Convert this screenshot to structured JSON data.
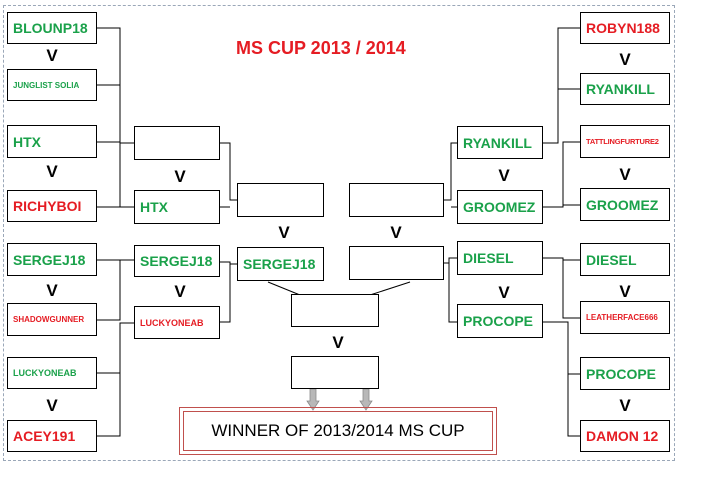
{
  "title": "MS CUP 2013 / 2014",
  "vs_label": "V",
  "winner_label": "WINNER OF 2013/2014 MS CUP",
  "colors": {
    "winner": "#1aa14a",
    "loser": "#e51c23",
    "title": "#e51c23"
  },
  "left": {
    "round1": [
      {
        "name": "BLOUNP18",
        "status": "winner"
      },
      {
        "name": "JUNGLIST SOLIA",
        "status": "winner"
      },
      {
        "name": "HTX",
        "status": "winner"
      },
      {
        "name": "RICHYBOI",
        "status": "loser"
      },
      {
        "name": "SERGEJ18",
        "status": "winner"
      },
      {
        "name": "SHADOWGUNNER",
        "status": "loser"
      },
      {
        "name": "LUCKYONEAB",
        "status": "winner"
      },
      {
        "name": "ACEY191",
        "status": "loser"
      }
    ],
    "round2": [
      {
        "name": "",
        "status": ""
      },
      {
        "name": "HTX",
        "status": "winner"
      },
      {
        "name": "SERGEJ18",
        "status": "winner"
      },
      {
        "name": "LUCKYONEAB",
        "status": "loser"
      }
    ],
    "semi": [
      {
        "name": "",
        "status": ""
      },
      {
        "name": "SERGEJ18",
        "status": "winner"
      }
    ]
  },
  "right": {
    "round1": [
      {
        "name": "ROBYN188",
        "status": "loser"
      },
      {
        "name": "RYANKILL",
        "status": "winner"
      },
      {
        "name": "TATTLINGFURTURE2",
        "status": "loser"
      },
      {
        "name": "GROOMEZ",
        "status": "winner"
      },
      {
        "name": "DIESEL",
        "status": "winner"
      },
      {
        "name": "LEATHERFACE666",
        "status": "loser"
      },
      {
        "name": "PROCOPE",
        "status": "winner"
      },
      {
        "name": "DAMON 12",
        "status": "loser"
      }
    ],
    "round2": [
      {
        "name": "RYANKILL",
        "status": "winner"
      },
      {
        "name": "GROOMEZ",
        "status": "winner"
      },
      {
        "name": "DIESEL",
        "status": "winner"
      },
      {
        "name": "PROCOPE",
        "status": "winner"
      }
    ],
    "semi": [
      {
        "name": "",
        "status": ""
      },
      {
        "name": "",
        "status": ""
      }
    ]
  },
  "final": [
    {
      "name": "",
      "status": ""
    },
    {
      "name": "",
      "status": ""
    }
  ]
}
